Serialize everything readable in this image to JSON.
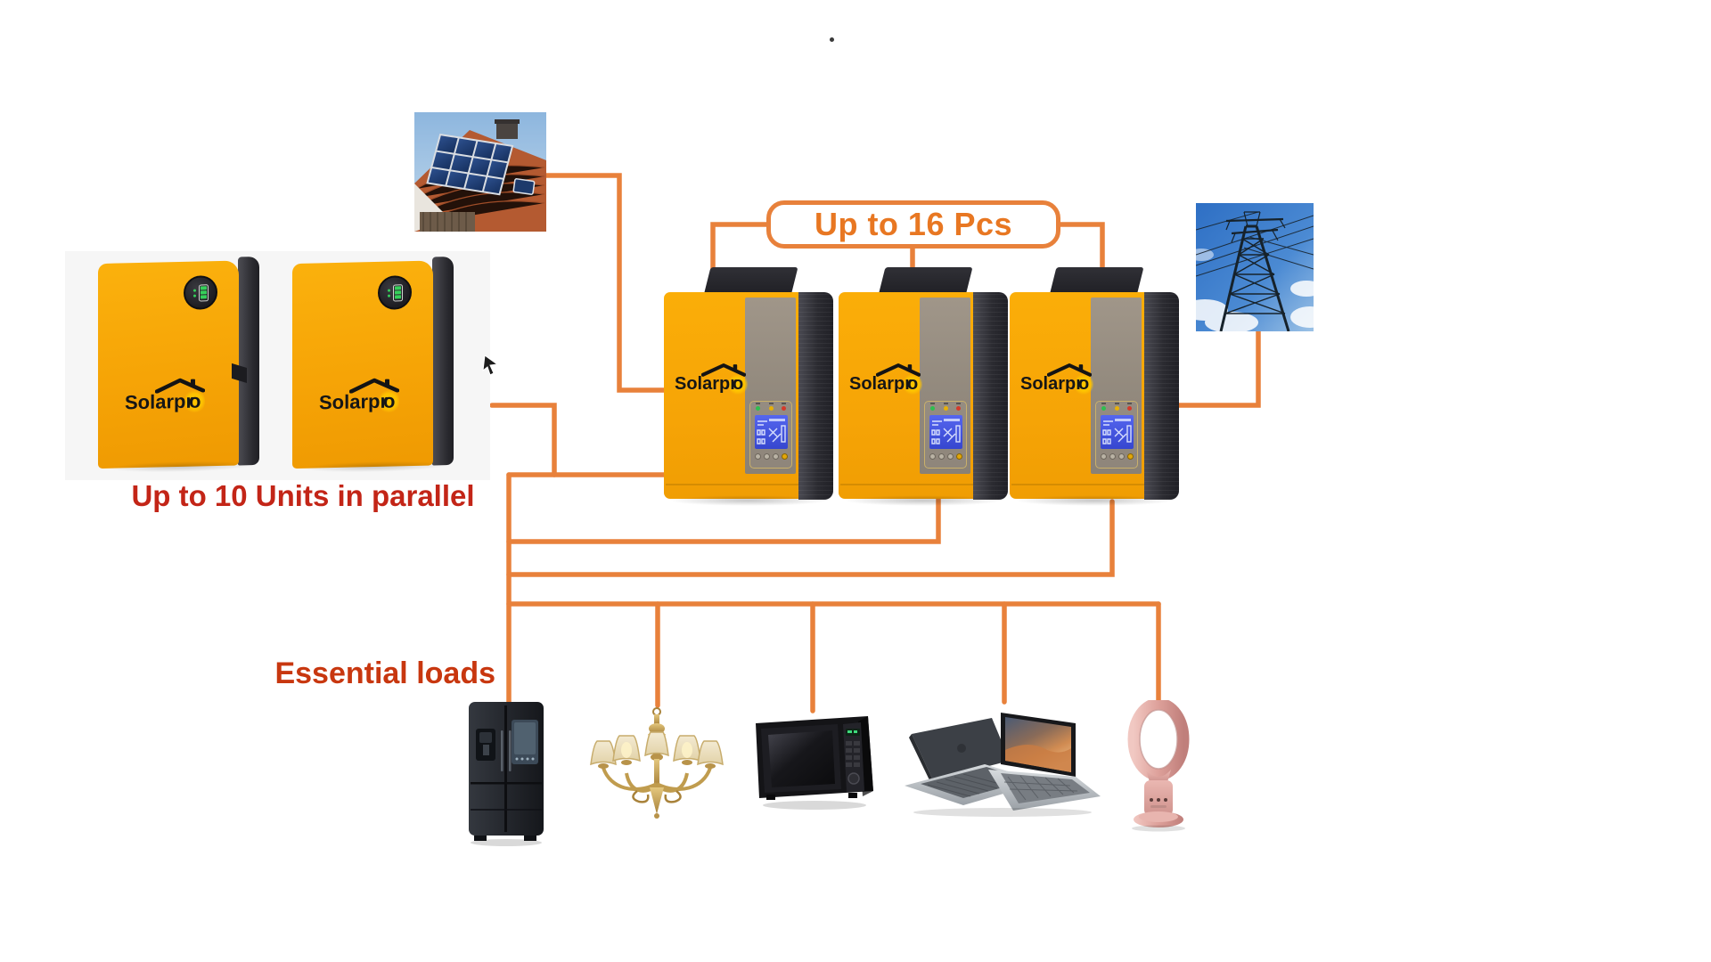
{
  "diagram": {
    "type": "solar-system-wiring-diagram",
    "background": "#ffffff"
  },
  "brand": {
    "name": "Solarpro"
  },
  "colors": {
    "connector_orange": "#E8813B",
    "callout_text_orange": "#E87722",
    "battery_caption_red": "#C32517",
    "loads_caption_red": "#C8370F",
    "device_yellow": "#F6A406",
    "inverter_column_gray": "#92897D",
    "device_side_dark": "#2B2B31",
    "lcd_blue": "#4053E0",
    "led_green": "#2FBE4F",
    "led_yellow": "#E7B008",
    "led_red": "#D43A2A",
    "battery_wall_bg": "#F6F6F6"
  },
  "callouts": {
    "inverter_count": {
      "label": "Up to 16 Pcs"
    },
    "battery_count": {
      "label": "Up to 10 Units in parallel"
    },
    "loads": {
      "label": "Essential loads"
    }
  },
  "images": {
    "solar_roof": {
      "name": "rooftop-solar-panels-photo"
    },
    "power_grid": {
      "name": "transmission-tower-photo"
    }
  },
  "batteries": {
    "count_shown": 2,
    "units": [
      {
        "brand": "Solarpro"
      },
      {
        "brand": "Solarpro"
      }
    ]
  },
  "inverters": {
    "count_shown": 3,
    "units": [
      {
        "brand": "Solarpro"
      },
      {
        "brand": "Solarpro"
      },
      {
        "brand": "Solarpro"
      }
    ]
  },
  "loads": {
    "items": [
      {
        "name": "refrigerator"
      },
      {
        "name": "chandelier"
      },
      {
        "name": "microwave-oven"
      },
      {
        "name": "laptops"
      },
      {
        "name": "bladeless-fan"
      }
    ]
  }
}
